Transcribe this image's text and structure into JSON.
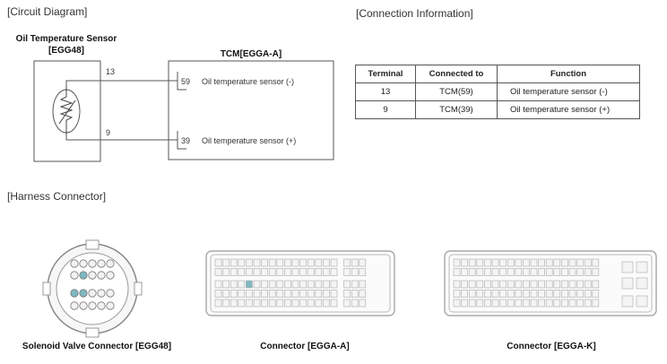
{
  "sections": {
    "circuit_title": "[Circuit Diagram]",
    "connection_title": "[Connection Information]",
    "harness_title": "[Harness Connector]"
  },
  "circuit": {
    "sensor_name": "Oil Temperature Sensor",
    "sensor_code": "[EGG48]",
    "tcm_label": "TCM[EGGA-A]",
    "pin_upper": "13",
    "pin_lower": "9",
    "tcm_pin_upper": "59",
    "tcm_pin_lower": "39",
    "tcm_text_upper": "Oil temperature sensor (-)",
    "tcm_text_lower": "Oil temperature sensor (+)"
  },
  "connection_table": {
    "headers": [
      "Terminal",
      "Connected to",
      "Function"
    ],
    "rows": [
      [
        "13",
        "TCM(59)",
        "Oil temperature sensor (-)"
      ],
      [
        "9",
        "TCM(39)",
        "Oil temperature sensor (+)"
      ]
    ]
  },
  "captions": {
    "egg48": "Solenoid Valve Connector [EGG48]",
    "egga_a": "Connector [EGGA-A]",
    "egga_k": "Connector [EGGA-K]"
  },
  "colors": {
    "highlight": "#7fb8c2",
    "line": "#555555"
  }
}
